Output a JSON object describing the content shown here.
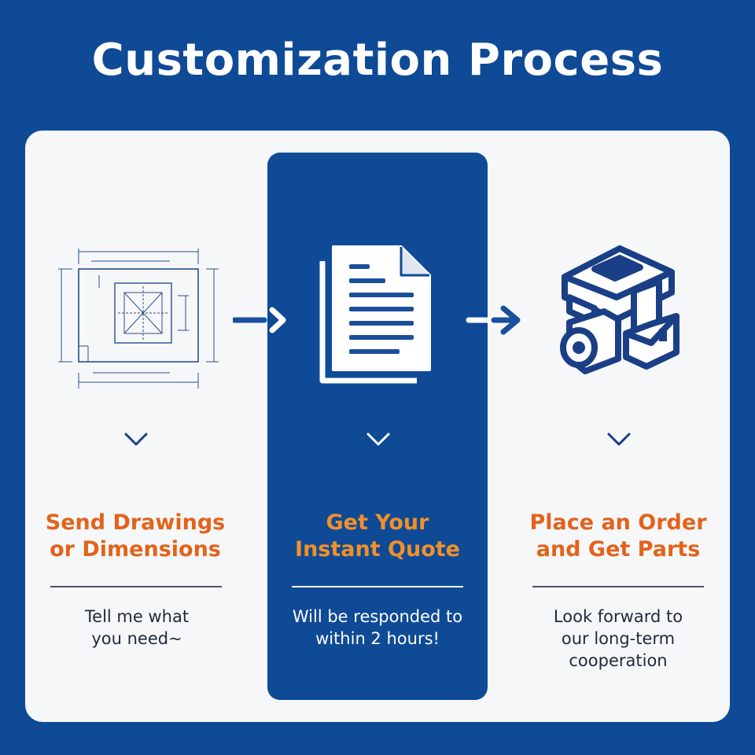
{
  "title": "Customization Process",
  "colors": {
    "brand_blue": "#0f4a96",
    "accent_orange": "#e2631b",
    "accent_orange_light": "#f0902a",
    "panel_bg": "#f6f7f9",
    "text_dark": "#1f2a3a",
    "icon_navy": "#1a3f86"
  },
  "steps": [
    {
      "icon": "technical-drawing-icon",
      "title_line1": "Send Drawings",
      "title_line2": "or Dimensions",
      "desc_line1": "Tell me what",
      "desc_line2": "you need~"
    },
    {
      "icon": "document-icon",
      "title_line1": "Get Your",
      "title_line2": "Instant Quote",
      "desc_line1": "Will be responded to",
      "desc_line2": "within 2 hours!"
    },
    {
      "icon": "machined-part-icon",
      "title_line1": "Place an Order",
      "title_line2": "and Get Parts",
      "desc_line1": "Look forward to",
      "desc_line2": "our long-term",
      "desc_line3": "cooperation"
    }
  ]
}
